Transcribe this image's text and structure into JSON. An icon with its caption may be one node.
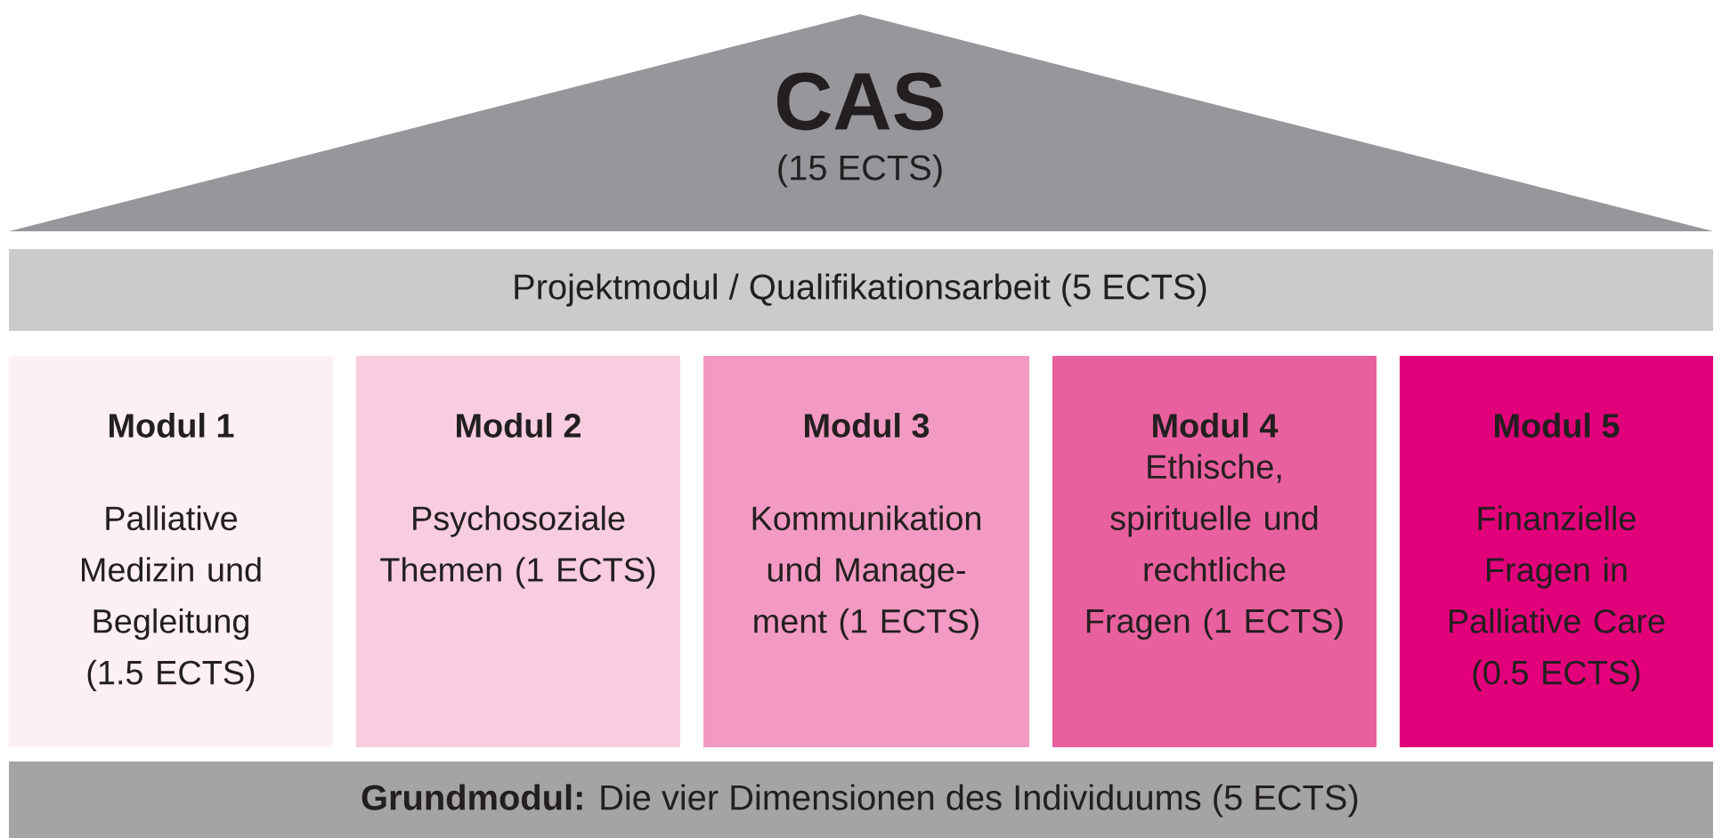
{
  "diagram": {
    "nodes": [
      {
        "text": [
          "CAS",
          "(15 ECTS)"
        ]
      },
      {
        "text": [
          "Projektmodul / Qualifikationsarbeit (5 ECTS)"
        ]
      },
      {
        "text": [
          "Modul 1",
          "Palliative Medizin und Begleitung (1.5 ECTS)"
        ]
      },
      {
        "text": [
          "Modul 2",
          "Psychosoziale Themen (1 ECTS)"
        ]
      },
      {
        "text": [
          "Modul 3",
          "Kommunikation und Manage-ment (1 ECTS)"
        ]
      },
      {
        "text": [
          "Modul 4",
          "Ethische, spirituelle und rechtliche Fragen (1 ECTS)"
        ]
      },
      {
        "text": [
          "Modul 5",
          "Finanzielle Fragen in Palliative Care (0.5 ECTS)"
        ]
      },
      {
        "text": [
          "**Grundmodul:** Die vier Dimensionen des Individuums (5 ECTS)"
        ]
      }
    ],
    "edges": []
  }
}
